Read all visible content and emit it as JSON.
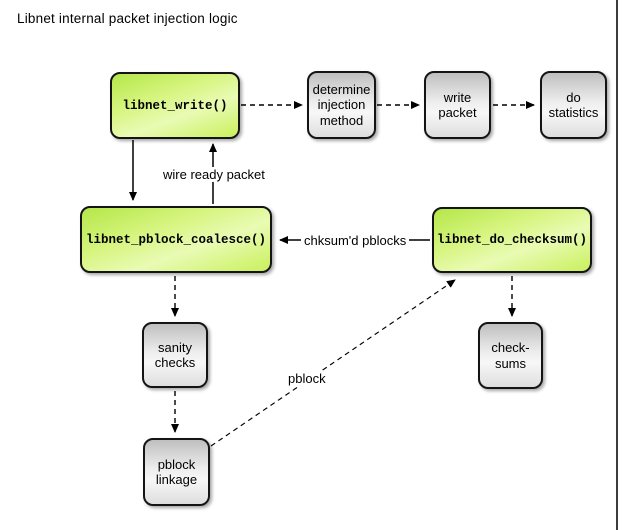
{
  "title": "Libnet internal packet injection logic",
  "diagram": {
    "nodes": [
      {
        "id": "libnet-write",
        "label": "libnet_write()",
        "type": "function"
      },
      {
        "id": "determine-injection-method",
        "label": "determine\ninjection\nmethod",
        "type": "step"
      },
      {
        "id": "write-packet",
        "label": "write\npacket",
        "type": "step"
      },
      {
        "id": "do-statistics",
        "label": "do\nstatistics",
        "type": "step"
      },
      {
        "id": "libnet-pblock-coalesce",
        "label": "libnet_pblock_coalesce()",
        "type": "function"
      },
      {
        "id": "libnet-do-checksum",
        "label": "libnet_do_checksum()",
        "type": "function"
      },
      {
        "id": "sanity-checks",
        "label": "sanity\nchecks",
        "type": "step"
      },
      {
        "id": "pblock-linkage",
        "label": "pblock\nlinkage",
        "type": "step"
      },
      {
        "id": "check-sums",
        "label": "check-\nsums",
        "type": "step"
      }
    ],
    "edge_labels": {
      "wire_ready_packet": "wire ready packet",
      "chksumd_pblocks": "chksum'd pblocks",
      "pblock": "pblock"
    },
    "colors": {
      "function_box_green": "#c9f05c",
      "step_box_gray": "#dedede",
      "box_border": "#141414",
      "frame_line": "#3c3c3c"
    }
  }
}
